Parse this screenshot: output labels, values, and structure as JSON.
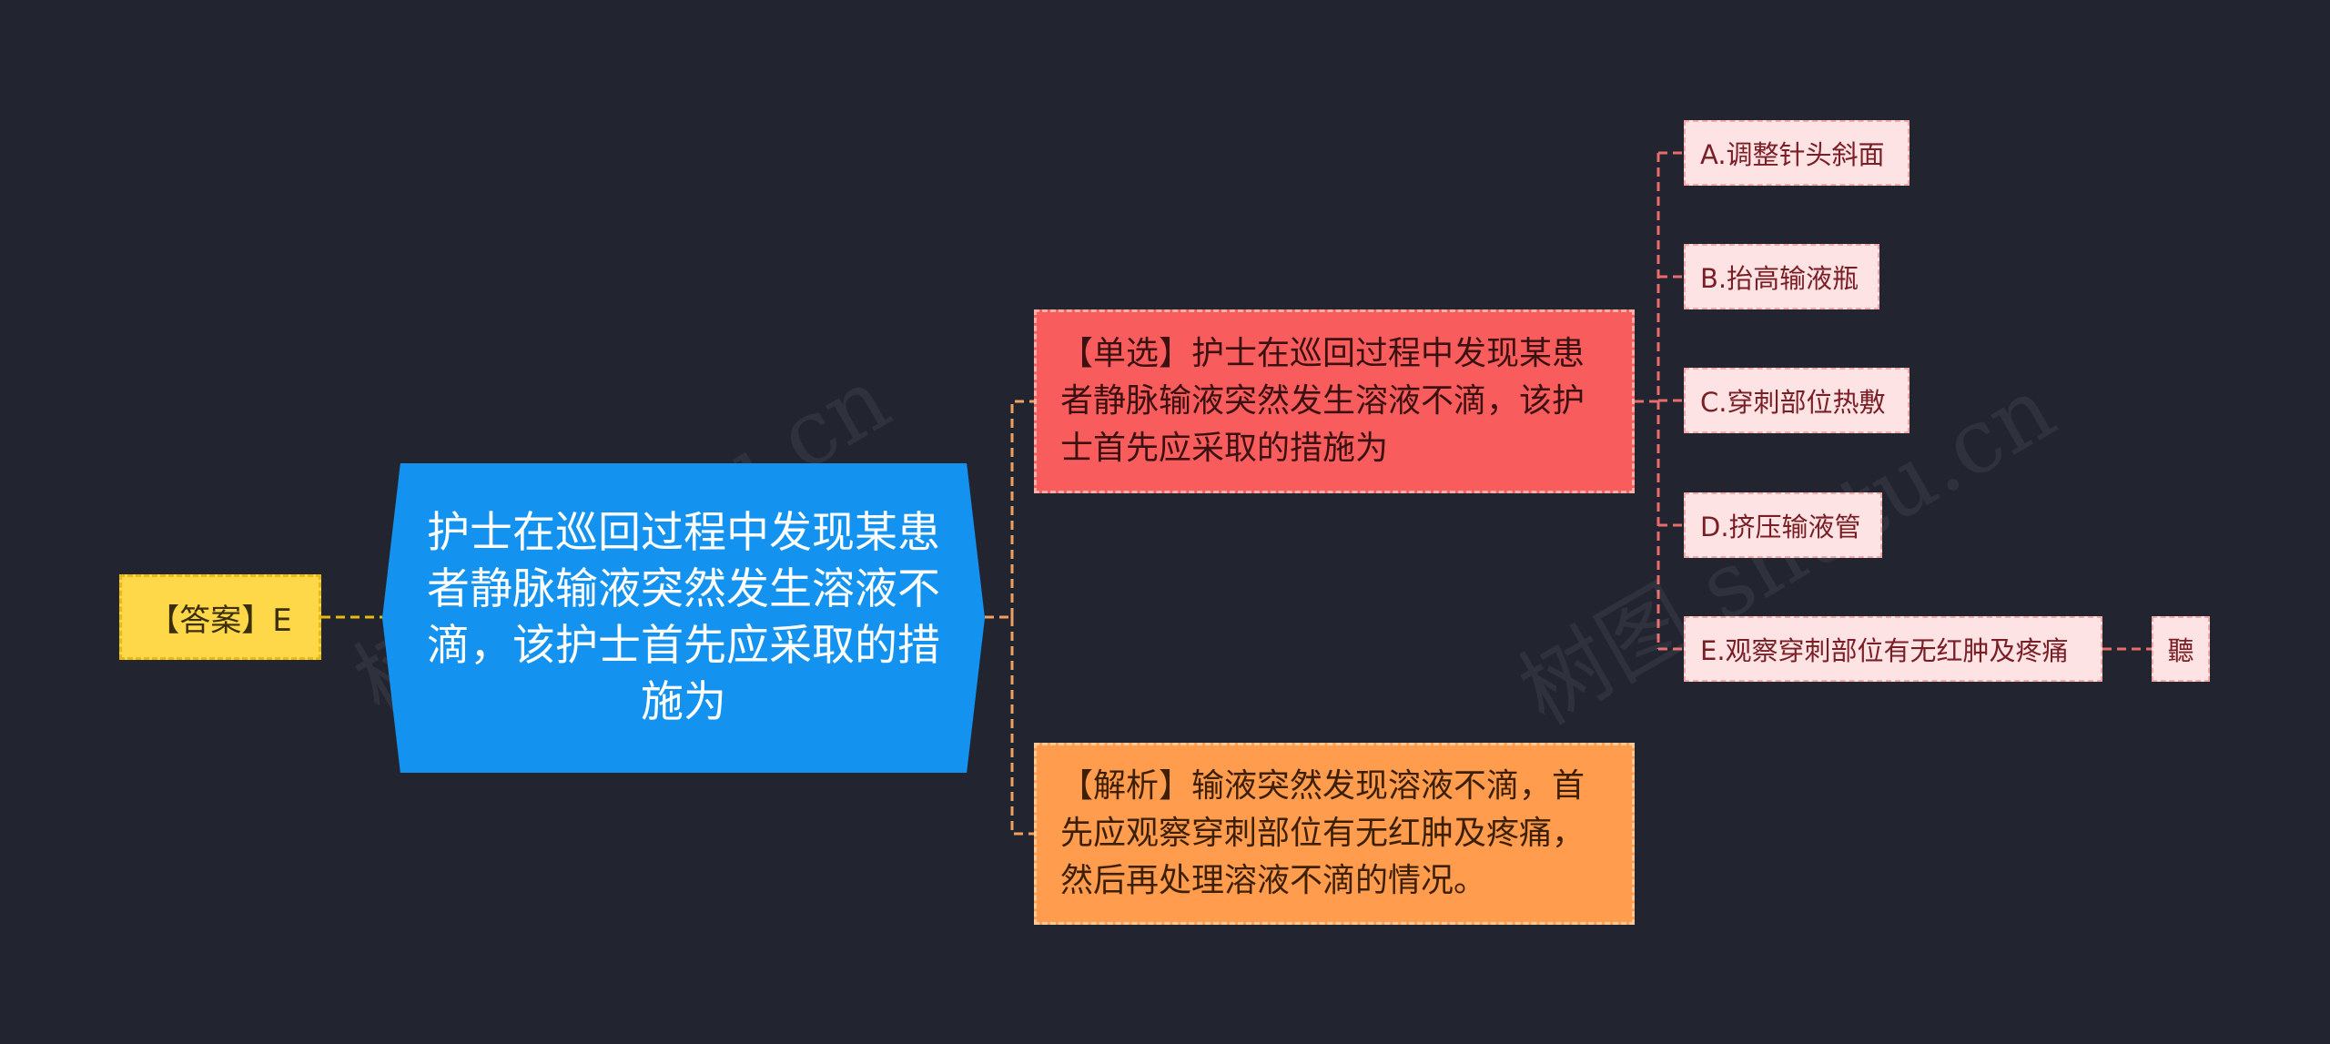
{
  "mindmap": {
    "center": "护士在巡回过程中发现某患者静脉输液突然发生溶液不滴，该护士首先应采取的措施为",
    "answer": "【答案】E",
    "question": "【单选】护士在巡回过程中发现某患者静脉输液突然发生溶液不滴，该护士首先应采取的措施为",
    "analysis": "【解析】输液突然发现溶液不滴，首先应观察穿刺部位有无红肿及疼痛，然后再处理溶液不滴的情况。",
    "options": [
      {
        "label": "A.调整针头斜面"
      },
      {
        "label": "B.抬高输液瓶"
      },
      {
        "label": "C.穿刺部位热敷"
      },
      {
        "label": "D.挤压输液管"
      },
      {
        "label": "E.观察穿刺部位有无红肿及疼痛",
        "child": "聽"
      }
    ],
    "watermark": "树图 shutu.cn"
  },
  "colors": {
    "background": "#222530",
    "center": "#1392f0",
    "answer": "#ffd84a",
    "question": "#f85c5c",
    "analysis": "#ff9c4e",
    "option": "#fde3e3",
    "connector_answer": "#e8b90f",
    "connector_right": "#f0a060",
    "connector_options": "#e86c6c"
  }
}
